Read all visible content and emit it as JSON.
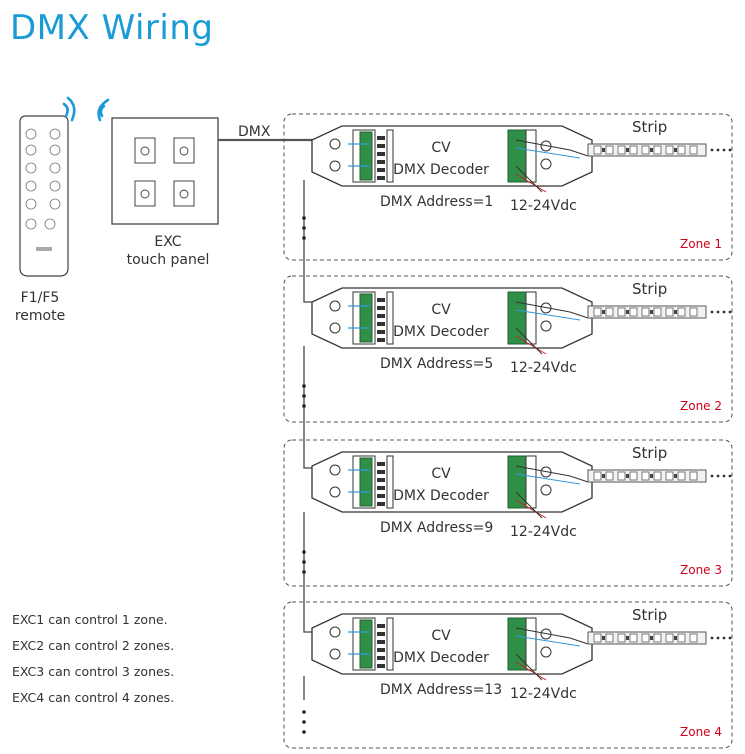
{
  "title": "DMX Wiring",
  "remote": {
    "line1": "F1/F5",
    "line2": "remote"
  },
  "panel": {
    "line1": "EXC",
    "line2": "touch panel"
  },
  "dmx_label": "DMX",
  "decoder": {
    "line1": "CV",
    "line2": "DMX Decoder"
  },
  "strip_label": "Strip",
  "power_label": "12-24Vdc",
  "zones": [
    {
      "address": "DMX Address=1",
      "zone": "Zone 1"
    },
    {
      "address": "DMX Address=5",
      "zone": "Zone 2"
    },
    {
      "address": "DMX Address=9",
      "zone": "Zone 3"
    },
    {
      "address": "DMX Address=13",
      "zone": "Zone 4"
    }
  ],
  "notes": [
    "EXC1 can control 1 zone.",
    "EXC2 can control 2 zones.",
    "EXC3 can control 3 zones.",
    "EXC4 can control 4 zones."
  ],
  "colors": {
    "accent": "#1a9ad6",
    "zone": "#d0021b",
    "wire_blue": "#3399dd",
    "wire_red": "#cc2222"
  }
}
